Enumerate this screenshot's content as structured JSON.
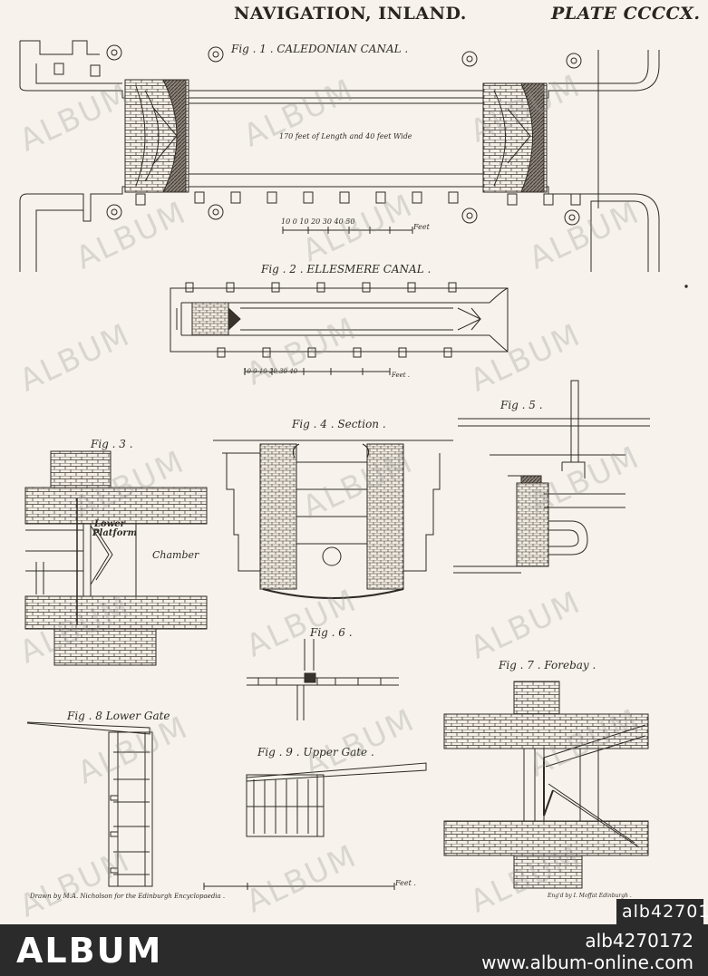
{
  "plate": {
    "title": "NAVIGATION, INLAND.",
    "plate_number": "PLATE CCCCX."
  },
  "figures": {
    "fig1": "Fig . 1 . CALEDONIAN CANAL .",
    "fig1_dims": "170 feet of Length and 40 feet Wide",
    "fig1_scale_numbers": "10   0   10   20   30   40   50",
    "fig1_scale_unit": "Feet",
    "fig2": "Fig . 2 . ELLESMERE CANAL .",
    "fig2_scale_numbers": "10    0    10    20    30    40",
    "fig2_scale_unit": "Feet .",
    "fig3": "Fig . 3 .",
    "fig3_lower": "Lower",
    "fig3_platform": "Platform",
    "fig3_chamber": "Chamber",
    "fig4": "Fig . 4 . Section .",
    "fig5": "Fig . 5 .",
    "fig6": "Fig . 6 .",
    "fig7": "Fig . 7 . Forebay .",
    "fig8": "Fig . 8 Lower Gate",
    "fig9": "Fig . 9 . Upper Gate .",
    "bottom_scale_unit": "Feet .",
    "credit_left": "Drawn by M.A. Nicholson for the Edinburgh Encyclopaedia .",
    "credit_right": "Eng'd by I. Moffat Edinburgh ."
  },
  "watermark": {
    "text": "ALBUM"
  },
  "footer": {
    "brand": "ALBUM",
    "image_id": "alb4270172",
    "site": "www.album-online.com"
  }
}
